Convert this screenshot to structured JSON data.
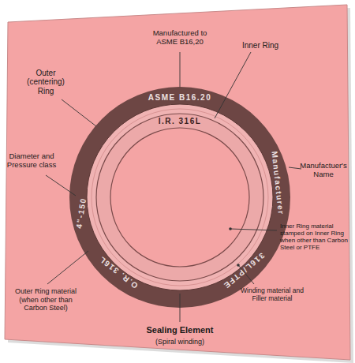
{
  "diagram": {
    "labels": [
      "Manufactured to ASME B16,20",
      "Outer (centering) Ring",
      "Inner Ring",
      "ASME B16.20",
      "I.R. 316L",
      "Diameter and Pressure class",
      "4\"-150",
      "Manufacturer",
      "Manufactuer's Name",
      "Inner Ring material stamped on Inner Ring when other than Carbon Steel or PTFE",
      "O.R. 316L",
      "316L/PTFE",
      "Outer Ring material (when other than Carbon Steel)",
      "Winding material and Filler material",
      "Sealing Element",
      "(Spiral winding)"
    ]
  }
}
